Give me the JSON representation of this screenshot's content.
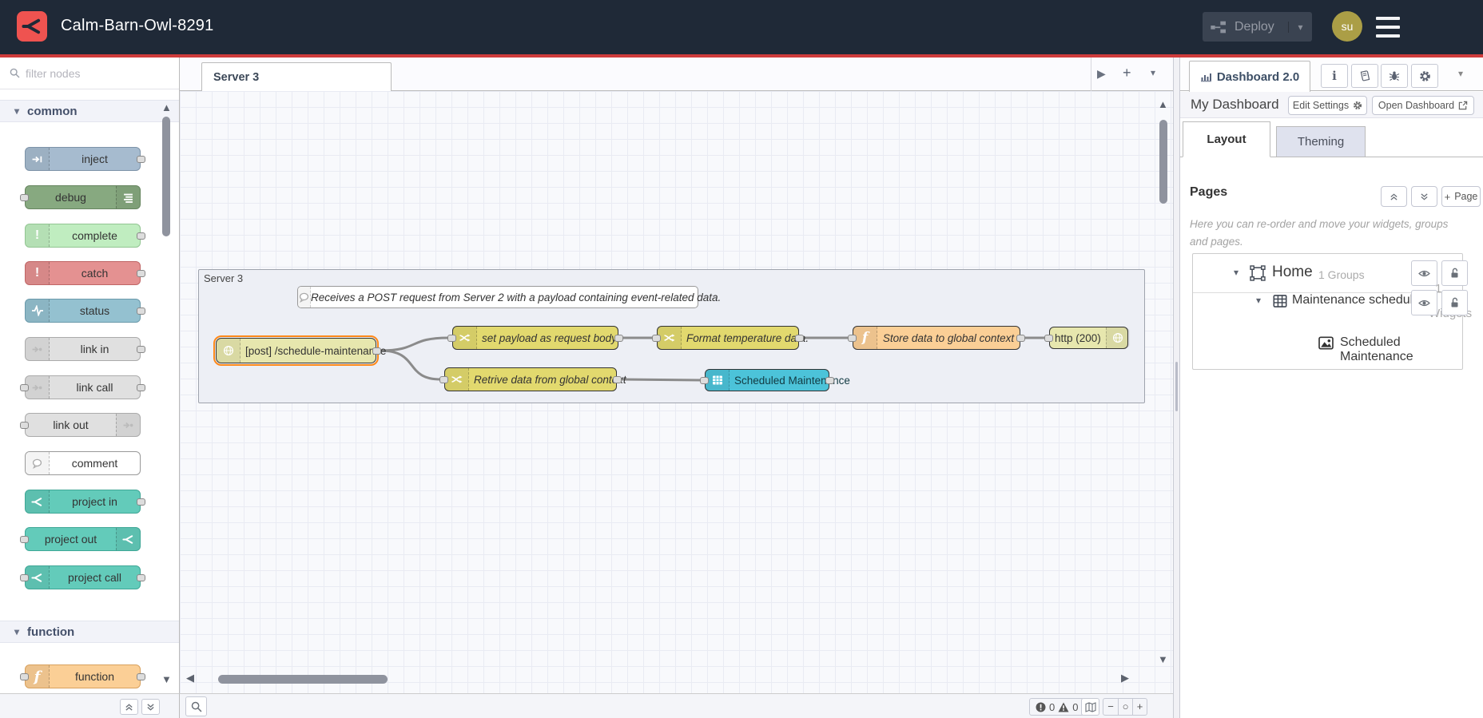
{
  "colors": {
    "header_bg": "#1f2937",
    "accent_red": "#cf3b3b",
    "logo_red": "#ef5350",
    "avatar_bg": "#ab9e46",
    "selection_border": "#ff8818",
    "node_inject": "#a6bbcf",
    "node_debug": "#87a980",
    "node_complete": "#c0edc0",
    "node_catch": "#e49191",
    "node_status": "#94c1d0",
    "node_link": "#e0e0e0",
    "node_comment": "#ffffff",
    "node_project": "#63cbba",
    "node_function": "#fbcf96",
    "node_change": "#e2d96e",
    "node_http": "#e7e7ae",
    "node_ui_table": "#4cc3d9"
  },
  "header": {
    "title": "Calm-Barn-Owl-8291",
    "deploy_label": "Deploy",
    "avatar_initials": "su"
  },
  "palette": {
    "filter_placeholder": "filter nodes",
    "categories": [
      {
        "label": "common"
      },
      {
        "label": "function"
      }
    ],
    "nodes": [
      {
        "label": "inject"
      },
      {
        "label": "debug"
      },
      {
        "label": "complete"
      },
      {
        "label": "catch"
      },
      {
        "label": "status"
      },
      {
        "label": "link in"
      },
      {
        "label": "link call"
      },
      {
        "label": "link out"
      },
      {
        "label": "comment"
      },
      {
        "label": "project in"
      },
      {
        "label": "project out"
      },
      {
        "label": "project call"
      },
      {
        "label": "function"
      }
    ]
  },
  "workspace": {
    "tab_label": "Server 3",
    "group_label": "Server 3",
    "comment_text": "Receives a POST request from Server 2 with a payload containing event-related data.",
    "nodes": [
      {
        "label": "[post] /schedule-maintenance",
        "type": "http in"
      },
      {
        "label": "set payload as request body",
        "type": "change"
      },
      {
        "label": "Format temperature data.",
        "type": "change"
      },
      {
        "label": "Store data to global context",
        "type": "function"
      },
      {
        "label": "http (200)",
        "type": "http response"
      },
      {
        "label": "Retrive data from global context",
        "type": "change"
      },
      {
        "label": "Scheduled Maintenance",
        "type": "ui-table"
      }
    ],
    "statusbar": {
      "error_count": "0",
      "warning_count": "0"
    }
  },
  "sidebar": {
    "tab_label": "Dashboard 2.0",
    "dashboard_name": "My Dashboard",
    "edit_settings_label": "Edit Settings",
    "open_dashboard_label": "Open Dashboard",
    "tabs": [
      {
        "label": "Layout"
      },
      {
        "label": "Theming"
      }
    ],
    "pages_title": "Pages",
    "add_page_label": "Page",
    "help_text": "Here you can re-order and move your widgets, groups and pages.",
    "tree": {
      "page_name": "Home",
      "page_meta": "1 Groups",
      "group_name": "Maintenance schedul...",
      "group_meta_count": "1",
      "group_meta_label": "Widgets",
      "widget_name": "Scheduled Maintenance"
    }
  }
}
